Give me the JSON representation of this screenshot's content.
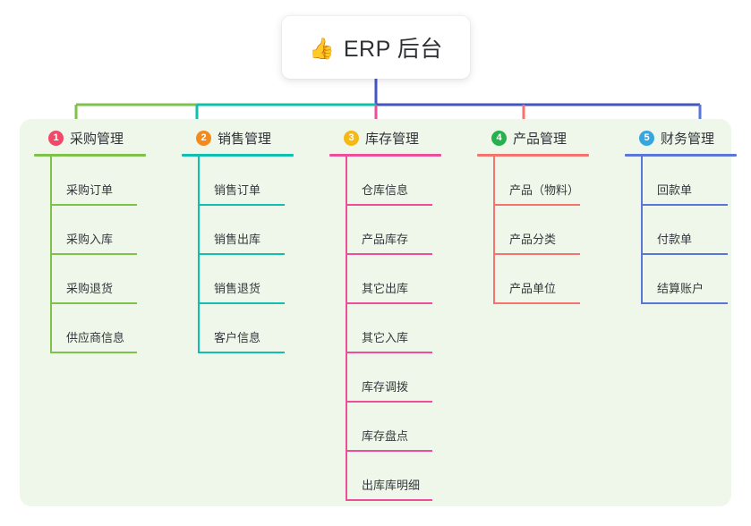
{
  "root": {
    "icon": "thumbs-up-icon",
    "icon_glyph": "👍",
    "title": "ERP 后台"
  },
  "panel": {
    "background_color": "#eef7e9"
  },
  "colors": {
    "root_connector": "#4355c0",
    "column_1": "#7ec24c",
    "column_2": "#10bfae",
    "column_3": "#ec4e9c",
    "column_4": "#f4736e",
    "column_5": "#5b76d8",
    "badge_1": "#f2486a",
    "badge_2": "#f28a1e",
    "badge_3": "#f5b914",
    "badge_4": "#26b04e",
    "badge_5": "#35a6df",
    "text": "#303238",
    "card_background": "#ffffff"
  },
  "columns": [
    {
      "index": "1",
      "title": "采购管理",
      "badge_color": "#f2486a",
      "line_color": "#7ec24c",
      "items": [
        {
          "label": "采购订单"
        },
        {
          "label": "采购入库"
        },
        {
          "label": "采购退货"
        },
        {
          "label": "供应商信息"
        }
      ]
    },
    {
      "index": "2",
      "title": "销售管理",
      "badge_color": "#f28a1e",
      "line_color": "#10bfae",
      "items": [
        {
          "label": "销售订单"
        },
        {
          "label": "销售出库"
        },
        {
          "label": "销售退货"
        },
        {
          "label": "客户信息"
        }
      ]
    },
    {
      "index": "3",
      "title": "库存管理",
      "badge_color": "#f5b914",
      "line_color": "#ec4e9c",
      "items": [
        {
          "label": "仓库信息"
        },
        {
          "label": "产品库存"
        },
        {
          "label": "其它出库"
        },
        {
          "label": "其它入库"
        },
        {
          "label": "库存调拨"
        },
        {
          "label": "库存盘点"
        },
        {
          "label": "出库库明细"
        }
      ]
    },
    {
      "index": "4",
      "title": "产品管理",
      "badge_color": "#26b04e",
      "line_color": "#f4736e",
      "items": [
        {
          "label": "产品（物料）"
        },
        {
          "label": "产品分类"
        },
        {
          "label": "产品单位"
        }
      ]
    },
    {
      "index": "5",
      "title": "财务管理",
      "badge_color": "#35a6df",
      "line_color": "#5b76d8",
      "items": [
        {
          "label": "回款单"
        },
        {
          "label": "付款单"
        },
        {
          "label": "结算账户"
        }
      ]
    }
  ]
}
